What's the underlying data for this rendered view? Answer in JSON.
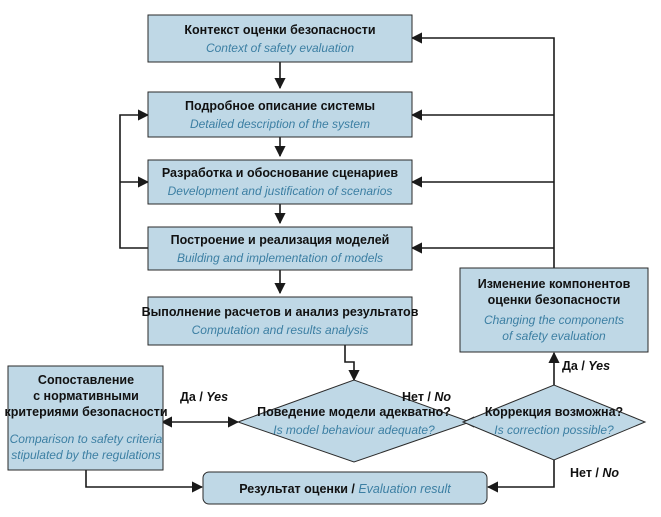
{
  "boxes": {
    "context": {
      "ru": "Контекст оценки безопасности",
      "en": "Context of safety evaluation"
    },
    "description": {
      "ru": "Подробное описание системы",
      "en": "Detailed description of the system"
    },
    "scenarios": {
      "ru": "Разработка и обоснование  сценариев",
      "en": "Development and justification of scenarios"
    },
    "models": {
      "ru": "Построение и реализация моделей",
      "en": "Building and implementation of models"
    },
    "computation": {
      "ru": "Выполнение расчетов и анализ результатов",
      "en": "Computation and results analysis"
    },
    "change": {
      "ru1": "Изменение компонентов",
      "ru2": "оценки безопасности",
      "en1": "Changing the components",
      "en2": "of safety evaluation"
    },
    "comparison": {
      "ru1": "Сопоставление",
      "ru2": "с нормативными",
      "ru3": "критериями безопасности",
      "en1": "Comparison to safety criteria",
      "en2": "stipulated by the regulations"
    },
    "result": {
      "ru": "Результат оценки / ",
      "en": "Evaluation result"
    }
  },
  "decisions": {
    "adequate": {
      "ru": "Поведение модели адекватно?",
      "en": "Is model behaviour adequate?"
    },
    "correction": {
      "ru": "Коррекция возможна?",
      "en": "Is correction possible?"
    }
  },
  "labels": {
    "yes_ru": "Да / ",
    "yes_en": "Yes",
    "no_ru": "Нет / ",
    "no_en": "No"
  }
}
